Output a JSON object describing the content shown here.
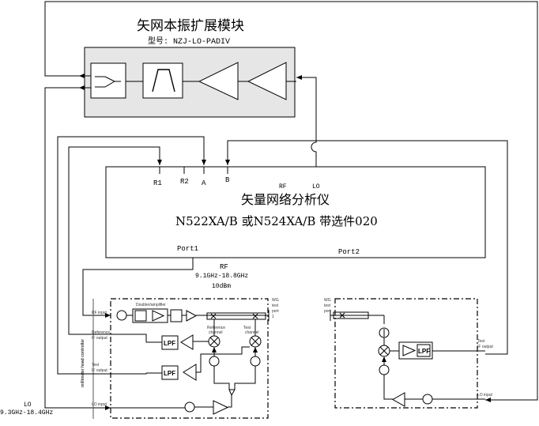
{
  "module": {
    "title": "矢网本振扩展模块",
    "model": "型号: NZJ-LO-PADIV"
  },
  "vna": {
    "title": "矢量网络分析仪",
    "subtitle": "N522XA/B 或N524XA/B  带选件020",
    "ports": {
      "r1": "R1",
      "r2": "R2",
      "a": "A",
      "b": "B",
      "rf": "RF",
      "lo": "LO"
    },
    "port1": "Port1",
    "port2": "Port2"
  },
  "rf_signal": {
    "label": "RF",
    "freq": "9.1GHz-18.8GHz",
    "power": "10dBm"
  },
  "lo_signal": {
    "label": "LO",
    "freq": "9.3GHz-18.4GHz"
  },
  "head_left": {
    "side_label": "millimeter head controller",
    "rf_input": "RF input",
    "ref_if": [
      "Reference",
      "IF output"
    ],
    "test_if": [
      "Test",
      "IF output"
    ],
    "lo_input": "LO input",
    "doubler": "Doubler/amplifier",
    "ref_channel": [
      "Reference",
      "channel"
    ],
    "test_channel": [
      "Test",
      "channel"
    ],
    "wg_port": [
      "WG",
      "test",
      "port",
      "1"
    ],
    "lpf1": "LPF",
    "lpf2": "LPF"
  },
  "head_right": {
    "wg_port": [
      "WG",
      "test",
      "port"
    ],
    "test_if": [
      "Test",
      "IF output"
    ],
    "lo_input": "LO input",
    "lpf": "LPF"
  }
}
